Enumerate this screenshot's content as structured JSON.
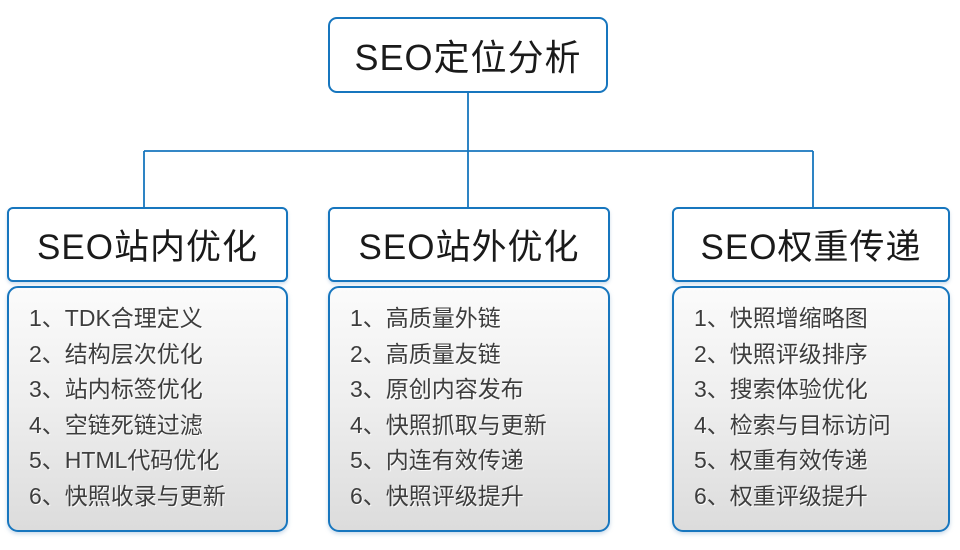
{
  "diagram": {
    "root": {
      "title": "SEO定位分析"
    },
    "branches": [
      {
        "title": "SEO站内优化",
        "items": [
          "1、TDK合理定义",
          "2、结构层次优化",
          "3、站内标签优化",
          "4、空链死链过滤",
          "5、HTML代码优化",
          "6、快照收录与更新"
        ]
      },
      {
        "title": "SEO站外优化",
        "items": [
          "1、高质量外链",
          "2、高质量友链",
          "3、原创内容发布",
          "4、快照抓取与更新",
          "5、内连有效传递",
          "6、快照评级提升"
        ]
      },
      {
        "title": "SEO权重传递",
        "items": [
          "1、快照增缩略图",
          "2、快照评级排序",
          "3、搜索体验优化",
          "4、检索与目标访问",
          "5、权重有效传递",
          "6、权重评级提升"
        ]
      }
    ],
    "colors": {
      "accent_border": "#1776BE",
      "item_text": "#3d3d3d",
      "title_text": "#1a1a1a",
      "body_fill_top": "#fbfbfb",
      "body_fill_bottom": "#dcdcdc"
    }
  }
}
